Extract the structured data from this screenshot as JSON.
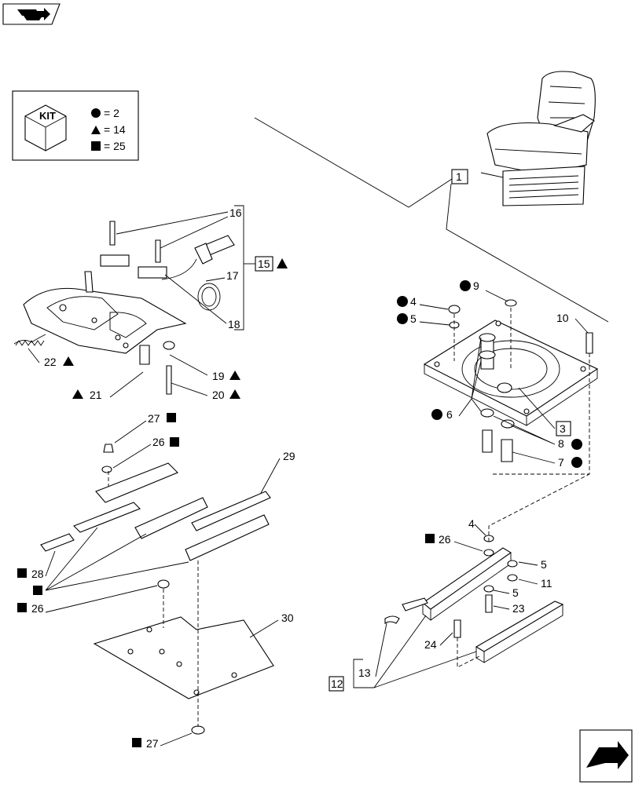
{
  "kit_legend": {
    "title": "KIT",
    "circle": "= 2",
    "triangle": "= 14",
    "square": "= 25"
  },
  "callouts": {
    "c1": "1",
    "c3": "3",
    "c4a": "4",
    "c4b": "4",
    "c5a": "5",
    "c5b": "5",
    "c5c": "5",
    "c6": "6",
    "c7": "7",
    "c8": "8",
    "c9": "9",
    "c10": "10",
    "c11": "11",
    "c12": "12",
    "c13": "13",
    "c15": "15",
    "c16": "16",
    "c17": "17",
    "c18": "18",
    "c19": "19",
    "c20": "20",
    "c21": "21",
    "c22": "22",
    "c23": "23",
    "c24": "24",
    "c26a": "26",
    "c26b": "26",
    "c26c": "26",
    "c27a": "27",
    "c27b": "27",
    "c28": "28",
    "c29": "29",
    "c30": "30"
  },
  "icons": {
    "top_left": "book-arrow-icon",
    "bottom_right": "next-page-arrow-icon"
  }
}
